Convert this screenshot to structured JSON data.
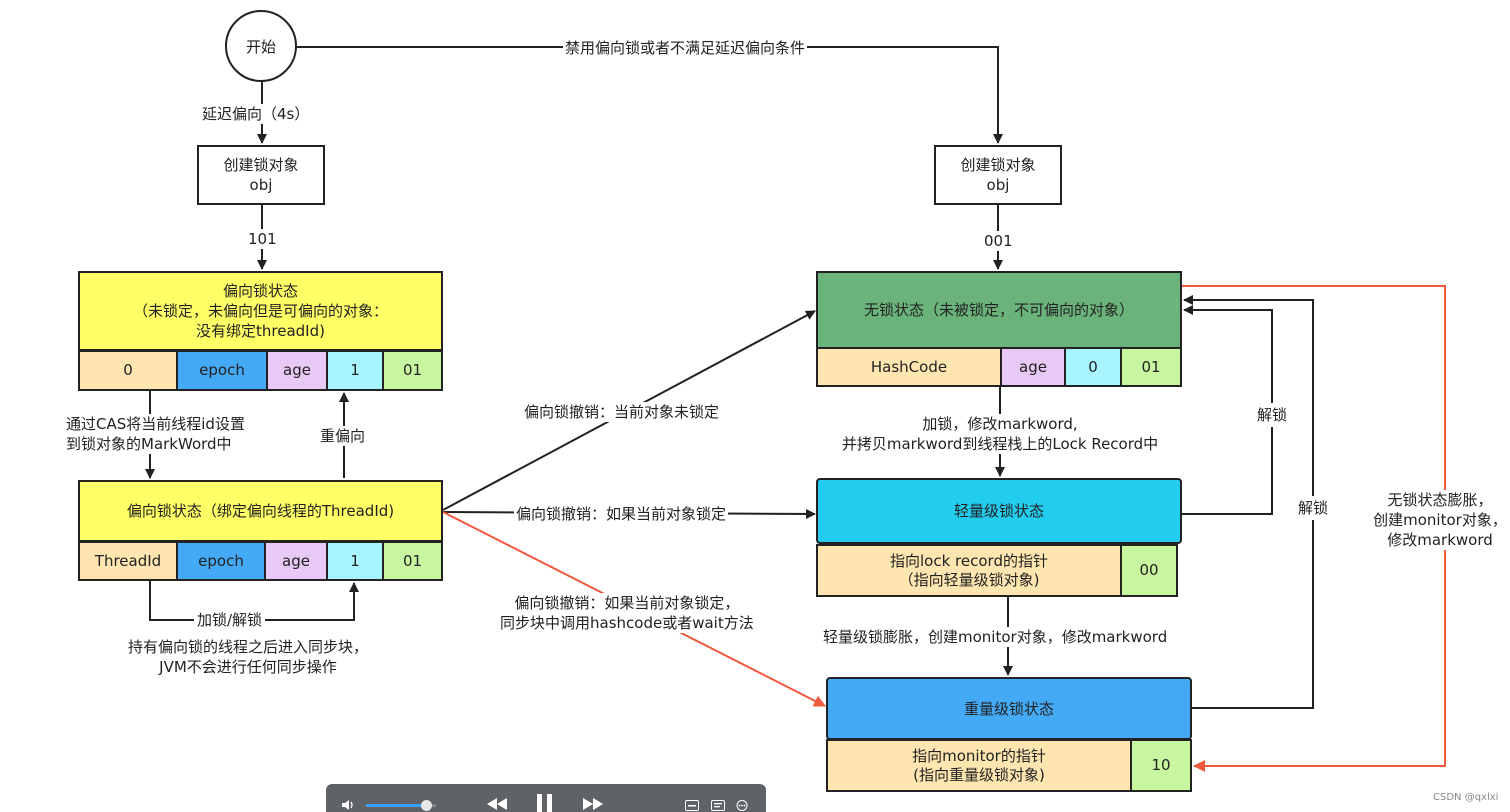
{
  "start": {
    "label": "开始"
  },
  "left": {
    "delay_label": "延迟偏向（4s）",
    "create_obj": "创建锁对象\nobj",
    "bits_101": "101",
    "biasable_state": "偏向锁状态\n（未锁定，未偏向但是可偏向的对象：\n没有绑定threadId)",
    "biasable_cells": [
      "0",
      "epoch",
      "age",
      "1",
      "01"
    ],
    "cas_note": "通过CAS将当前线程id设置\n到锁对象的MarkWord中",
    "rebias_label": "重偏向",
    "biased_state": "偏向锁状态（绑定偏向线程的ThreadId)",
    "biased_cells": [
      "ThreadId",
      "epoch",
      "age",
      "1",
      "01"
    ],
    "lock_unlock_label": "加锁/解锁",
    "sync_note": "持有偏向锁的线程之后进入同步块，\nJVM不会进行任何同步操作"
  },
  "top_edge_label": "禁用偏向锁或者不满足延迟偏向条件",
  "right": {
    "create_obj": "创建锁对象\nobj",
    "bits_001": "001",
    "unlocked_state": "无锁状态（未被锁定，不可偏向的对象）",
    "unlocked_cells": [
      "HashCode",
      "age",
      "0",
      "01"
    ],
    "lock_modify_label": "加锁，修改markword,\n并拷贝markword到线程栈上的Lock Record中",
    "unlock_label_1": "解锁",
    "unlock_label_2": "解锁",
    "lightweight_state": "轻量级锁状态",
    "lightweight_cells": [
      "指向lock record的指针\n（指向轻量级锁对象)",
      "00"
    ],
    "inflate_label": "轻量级锁膨胀，创建monitor对象，修改markword",
    "heavyweight_state": "重量级锁状态",
    "heavyweight_cells": [
      "指向monitor的指针\n(指向重量级锁对象)",
      "10"
    ],
    "unlocked_inflate_label": "无锁状态膨胀，\n创建monitor对象，\n修改markword"
  },
  "middle": {
    "revoke_unlocked": "偏向锁撤销：当前对象未锁定",
    "revoke_locked": "偏向锁撤销：如果当前对象锁定",
    "revoke_hashcode": "偏向锁撤销：如果当前对象锁定，\n同步块中调用hashcode或者wait方法"
  },
  "watermark": "CSDN @qxlxi",
  "colors": {
    "yellow": "#ffff66",
    "green": "#6ab47b",
    "cyan": "#22ccee",
    "blue": "#44aaf5",
    "cream": "#ffe6b0",
    "cell_blue": "#44aaf5",
    "lavender": "#e8c8f5",
    "lightcyan": "#a8f4ff",
    "lightgreen": "#c8f5a0",
    "red_line": "#ef5a3c"
  },
  "player": {
    "icons": [
      "volume-icon",
      "rewind-icon",
      "pause-icon",
      "fast-forward-icon",
      "subtitle-icon",
      "settings-icon",
      "more-icon"
    ],
    "volume_level": 0.85
  }
}
